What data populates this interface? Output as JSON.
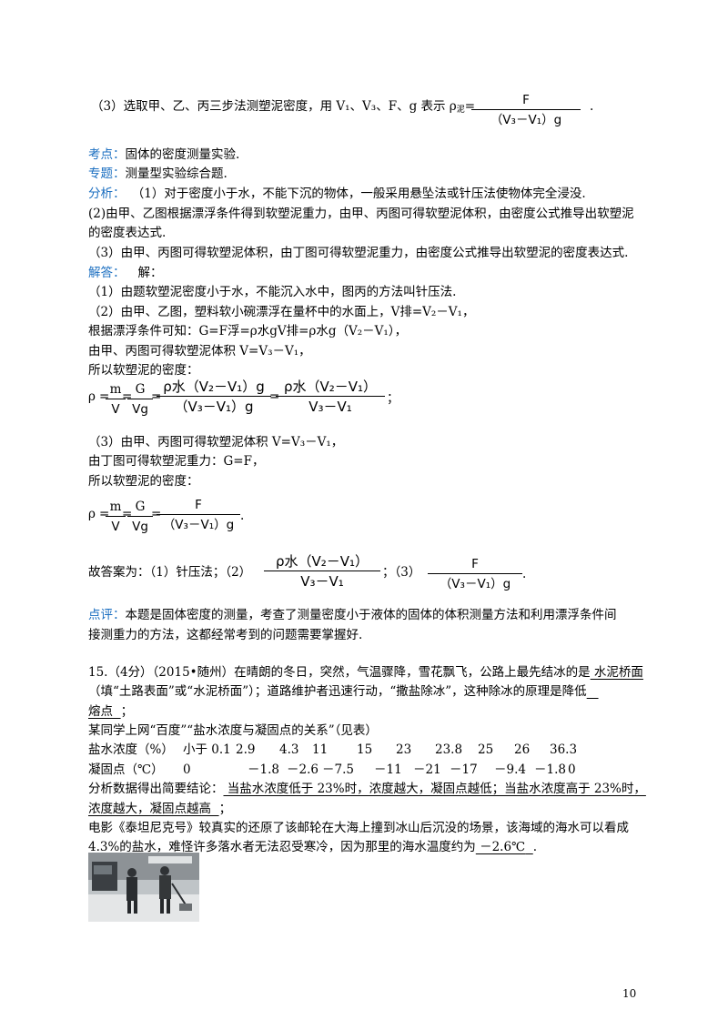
{
  "q3": {
    "prefix": "（3）选取甲、乙、丙三步法测塑泥密度，用 V₁、V₃、F、g 表示 ρ",
    "rho_sub": "泥",
    "eq": "=",
    "num": "F",
    "den": "（V₃－V₁）g",
    "end": "."
  },
  "kaodian": {
    "label": "考点：",
    "text": "固体的密度测量实验."
  },
  "zhuanti": {
    "label": "专题：",
    "text": "测量型实验综合题."
  },
  "fenxi": {
    "label": "分析：",
    "l1": "（1）对于密度小于水，不能下沉的物体，一般采用悬坠法或针压法使物体完全浸没.",
    "l2": "(2)由甲、乙图根据漂浮条件得到软塑泥重力，由甲、丙图可得软塑泥体积，由密度公式推导出软塑泥",
    "l3": "的密度表达式.",
    "l4": "（3）由甲、丙图可得软塑泥体积，由丁图可得软塑泥重力，由密度公式推导出软塑泥的密度表达式."
  },
  "jieda": {
    "label": "解答：",
    "lead": "解：",
    "l1": "（1）由题软塑泥密度小于水，不能沉入水中，图丙的方法叫针压法.",
    "l2": "（2）由甲、乙图，塑料软小碗漂浮在量杯中的水面上，V排=V₂－V₁，",
    "l3": "根据漂浮条件可知：G=F浮=ρ水gV排=ρ水g（V₂－V₁），",
    "l4": "由甲、丙图可得软塑泥体积 V=V₃－V₁，",
    "l5": "所以软塑泥的密度：",
    "f1": {
      "rho": "ρ",
      "m": "m",
      "V": "V",
      "G": "G",
      "Vg": "Vg",
      "num2": "ρ水（V₂－V₁）g",
      "den2": "（V₃－V₁）g",
      "num3": "ρ水（V₂－V₁）",
      "den3": "V₃－V₁",
      "end": "；"
    },
    "l6": "（3）由甲、丙图可得软塑泥体积 V=V₃－V₁，",
    "l7": "由丁图可得软塑泥重力：G=F，",
    "l8": "所以软塑泥的密度：",
    "f2": {
      "rho": "ρ",
      "m": "m",
      "V": "V",
      "G": "G",
      "Vg": "Vg",
      "num": "F",
      "den": "（V₃－V₁）g",
      "end": "."
    },
    "answer": {
      "lead": "故答案为：（1）针压法；（2）",
      "num2": "ρ水（V₂－V₁）",
      "den2": "V₃－V₁",
      "mid": "；（3）",
      "num3": "F",
      "den3": "（V₃－V₁）g",
      "end": "."
    }
  },
  "dianping": {
    "label": "点评：",
    "l1": "本题是固体密度的测量，考查了测量密度小于液体的固体的体积测量方法和利用漂浮条件间",
    "l2": "接测重力的方法，这都经常考到的问题需要掌握好."
  },
  "q15": {
    "l1a": "15.（4分）（2015•随州）在晴朗的冬日，突然，气温骤降，雪花飘飞，公路上最先结冰的是",
    "ans1": "  水泥桥面",
    "l2": "（填“土路表面”或“水泥桥面”）；道路维护者迅速行动，“撒盐除冰”，这种除冰的原理是降低",
    "ans2": "熔点",
    "l3": "某同学上网“百度”“盐水浓度与凝固点的关系”（见表）",
    "row1": [
      "盐水浓度（%）",
      "小于 0.1",
      "2.9",
      "4.3",
      "11",
      "15",
      "23",
      "23.8",
      "25",
      "26",
      "36.3"
    ],
    "row2": [
      "凝固点（℃）",
      "0",
      "－1.8",
      "－2.6",
      "－7.5",
      "－11",
      "－21",
      "－17",
      "－9.4",
      "－1.8",
      "0"
    ],
    "l4a": "分析数据得出简要结论：",
    "ans3a": "  当盐水浓度低于 23%时，浓度越大，凝固点越低；当盐水浓度高于 23%时，",
    "ans3b": "浓度越大，凝固点越高",
    "l4end": "；",
    "l5": "电影《泰坦尼克号》较真实的还原了该邮轮在大海上撞到冰山后沉没的场景，该海域的海水可以看成",
    "l6a": "4.3%的盐水，难怪许多落水者无法忍受寒冷，因为那里的海水温度约为",
    "ans4": "  －2.6℃",
    "l6end": "."
  },
  "page_number": "10"
}
